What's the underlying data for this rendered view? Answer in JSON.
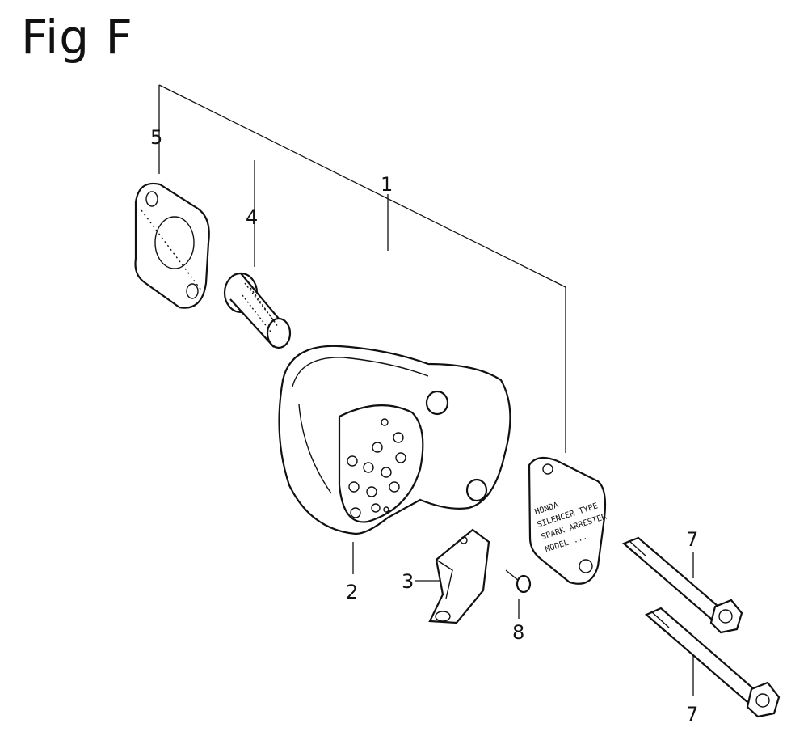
{
  "title": "Fig F",
  "callouts": {
    "c1": "1",
    "c2": "2",
    "c3": "3",
    "c4": "4",
    "c5": "5",
    "c7a": "7",
    "c7b": "7",
    "c8": "8"
  },
  "label_plate": {
    "line1": "HONDA",
    "line2": "SILENCER TYPE",
    "line3": "SPARK ARRESTER",
    "line4": "MODEL ..."
  }
}
